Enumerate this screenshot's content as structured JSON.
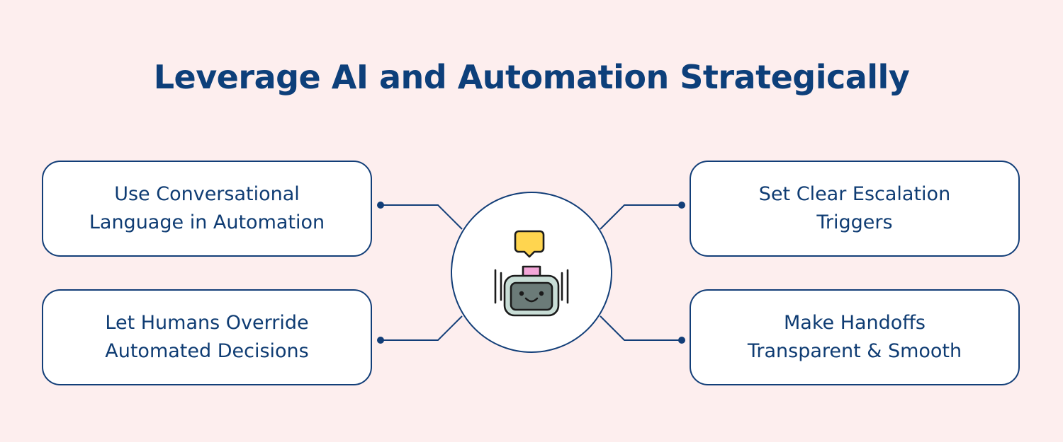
{
  "title": "Leverage AI and Automation Strategically",
  "items": [
    {
      "line1": "Use Conversational",
      "line2": "Language in Automation"
    },
    {
      "line1": "Let Humans Override",
      "line2": "Automated Decisions"
    },
    {
      "line1": "Set Clear Escalation",
      "line2": "Triggers"
    },
    {
      "line1": "Make Handoffs",
      "line2": "Transparent & Smooth"
    }
  ],
  "hub": {
    "icon": "robot-icon"
  },
  "colors": {
    "background": "#fdeeee",
    "primary": "#0d3f7a",
    "card_border": "#123e78",
    "robot_bubble": "#ffd54f",
    "robot_neck": "#f3a6d8",
    "robot_face": "#6b7b78",
    "robot_head": "#c8ddd6"
  }
}
